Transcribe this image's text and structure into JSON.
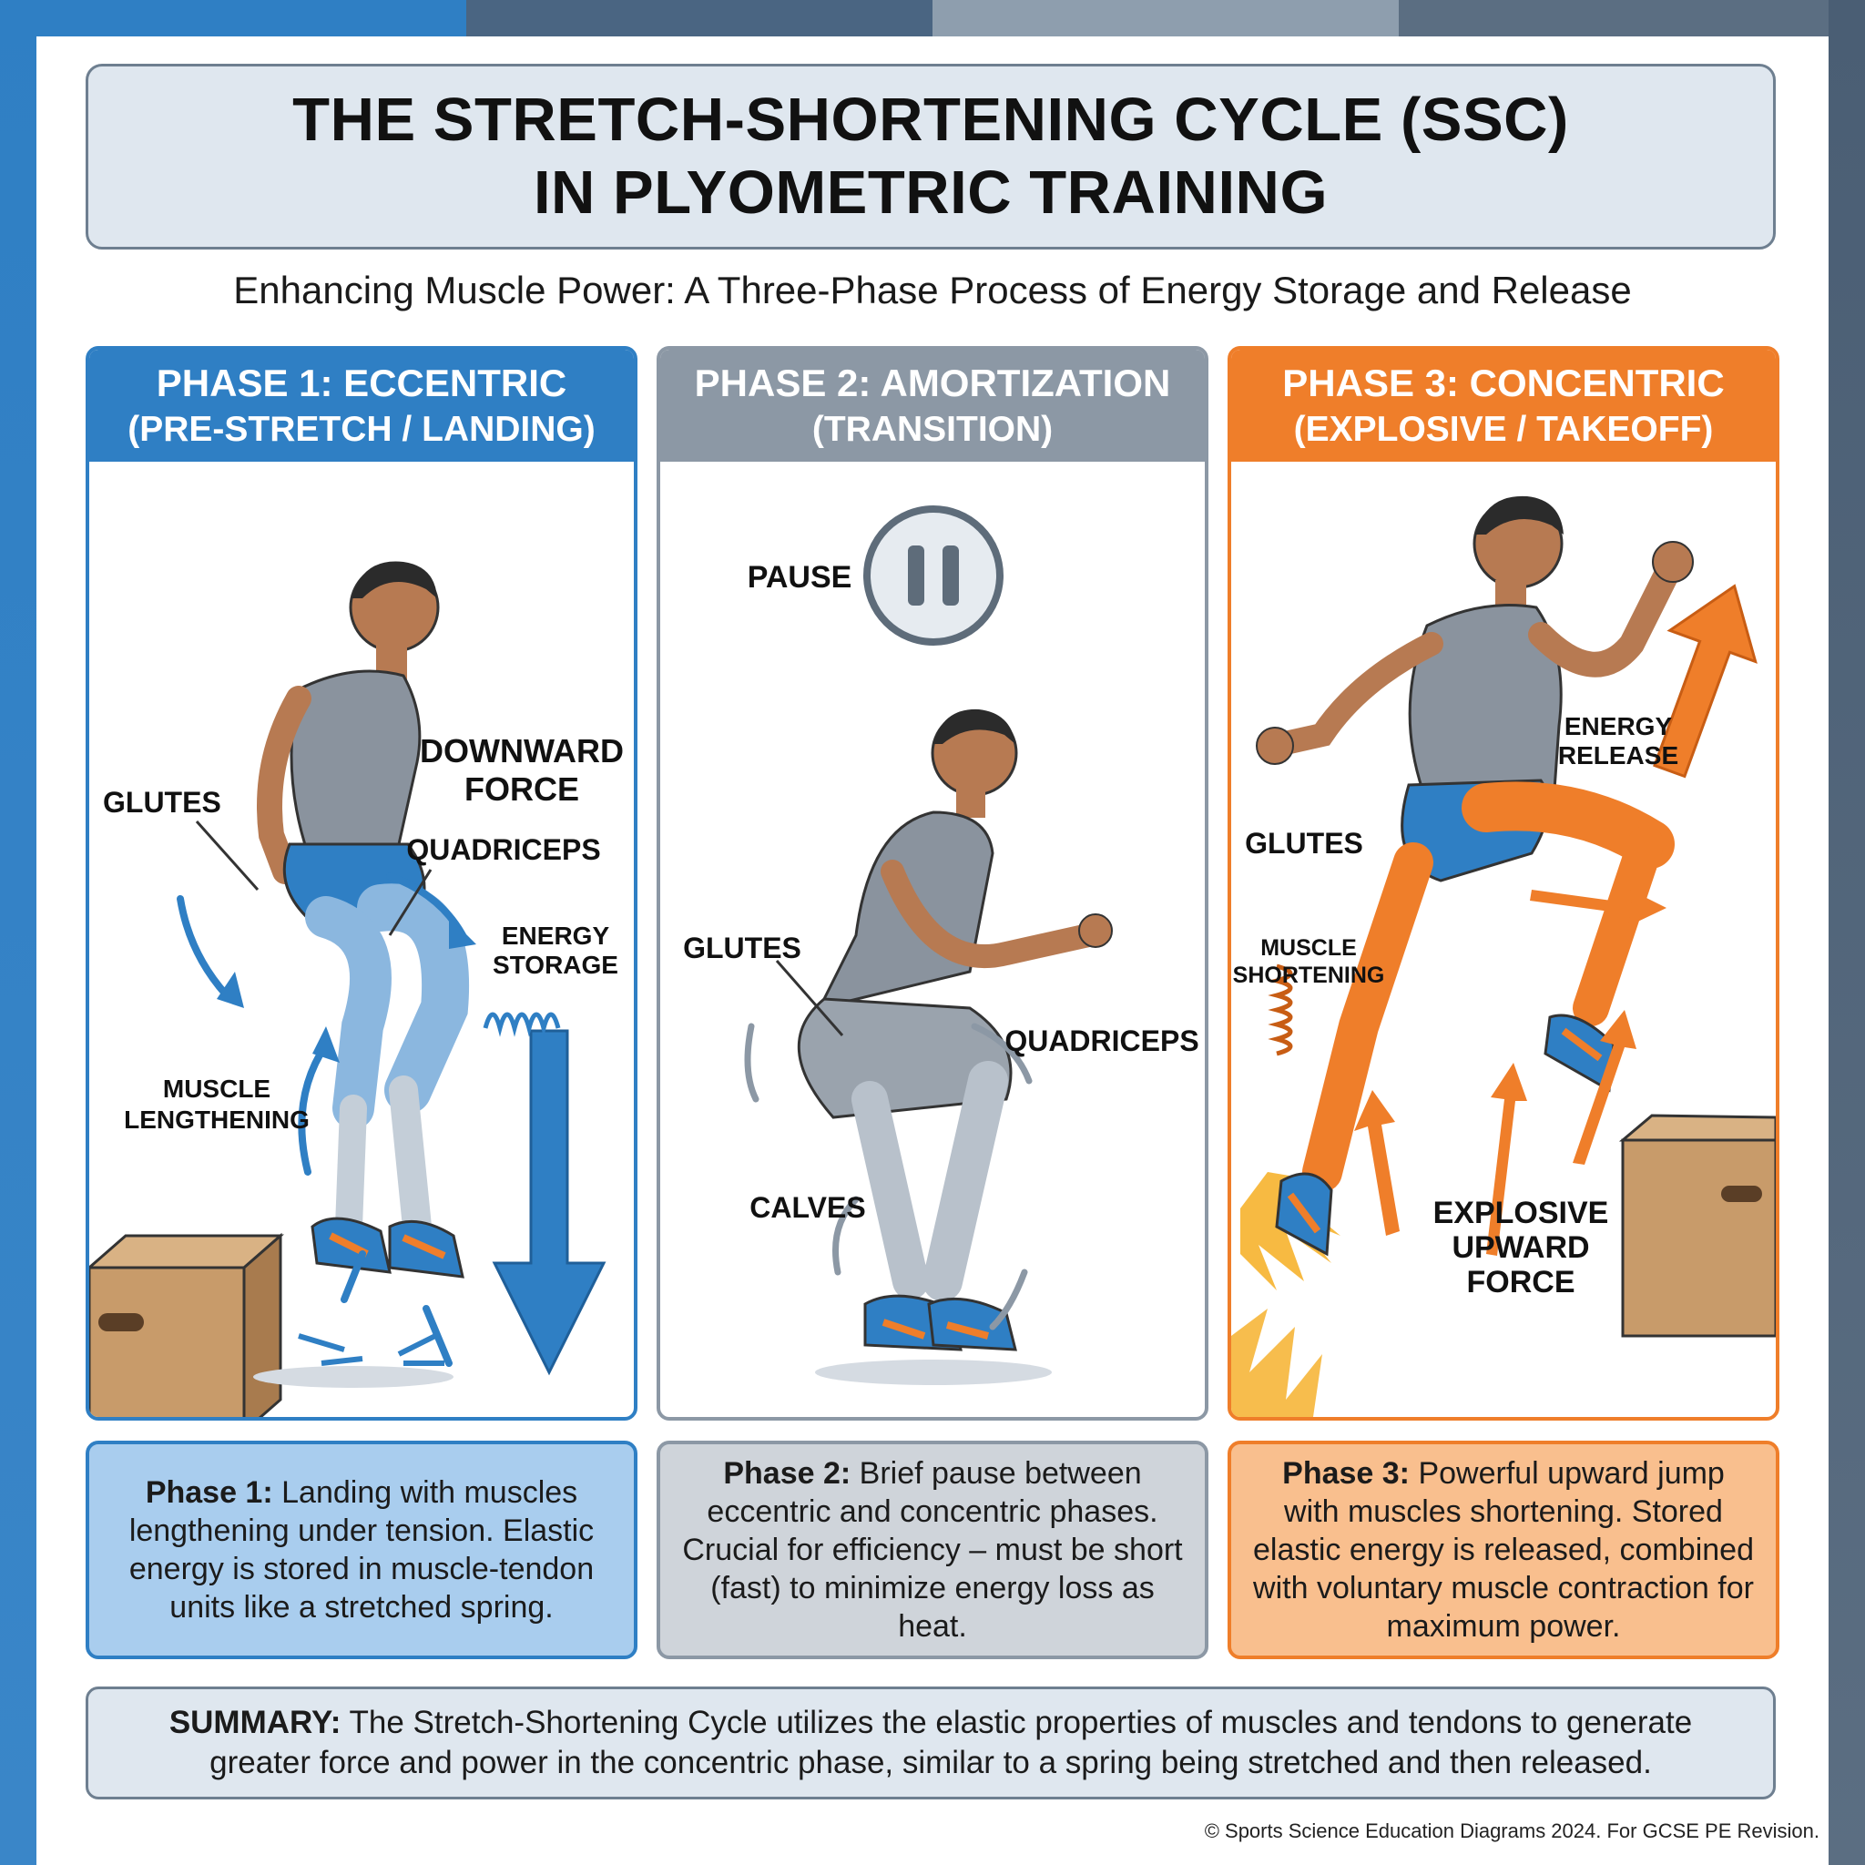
{
  "title": {
    "line1": "THE STRETCH-SHORTENING CYCLE (SSC)",
    "line2": "IN PLYOMETRIC TRAINING"
  },
  "subtitle": "Enhancing Muscle Power: A Three-Phase Process of Energy Storage and Release",
  "colors": {
    "phase1": "#2f7fc4",
    "phase2": "#8c98a5",
    "phase3": "#ef7e2a",
    "phase1_desc_bg": "#a9cdee",
    "phase2_desc_bg": "#cfd4da",
    "phase3_desc_bg": "#f9bf8e"
  },
  "phases": [
    {
      "heading": "PHASE 1: ECCENTRIC",
      "subheading": "(PRE-STRETCH / LANDING)",
      "labels": {
        "glutes": "GLUTES",
        "downward_force_1": "DOWNWARD",
        "downward_force_2": "FORCE",
        "quadriceps": "QUADRICEPS",
        "energy_storage_1": "ENERGY",
        "energy_storage_2": "STORAGE",
        "muscle_lengthening_1": "MUSCLE",
        "muscle_lengthening_2": "LENGTHENING"
      },
      "desc_title": "Phase 1:",
      "desc_text": "Landing with muscles lengthening under tension. Elastic energy is stored in muscle-tendon units like a stretched spring."
    },
    {
      "heading": "PHASE 2: AMORTIZATION",
      "subheading": "(TRANSITION)",
      "labels": {
        "pause": "PAUSE",
        "glutes": "GLUTES",
        "quadriceps": "QUADRICEPS",
        "calves": "CALVES"
      },
      "desc_title": "Phase 2:",
      "desc_text": "Brief pause between eccentric and concentric phases. Crucial for efficiency – must be short (fast) to minimize energy loss as heat."
    },
    {
      "heading": "PHASE 3: CONCENTRIC",
      "subheading": "(EXPLOSIVE / TAKEOFF)",
      "labels": {
        "energy_release_1": "ENERGY",
        "energy_release_2": "RELEASE",
        "glutes": "GLUTES",
        "muscle_shortening_1": "MUSCLE",
        "muscle_shortening_2": "SHORTENING",
        "explosive_1": "EXPLOSIVE",
        "explosive_2": "UPWARD",
        "explosive_3": "FORCE"
      },
      "desc_title": "Phase 3:",
      "desc_text": "Powerful upward jump with muscles shortening. Stored elastic energy is released, combined with voluntary muscle contraction for maximum power."
    }
  ],
  "summary": {
    "label": "SUMMARY:",
    "text": "The Stretch-Shortening Cycle utilizes the elastic properties of muscles and tendons to generate greater force and power in the concentric phase, similar to a spring being stretched and then released."
  },
  "copyright": "© Sports Science Education Diagrams 2024. For GCSE PE Revision."
}
